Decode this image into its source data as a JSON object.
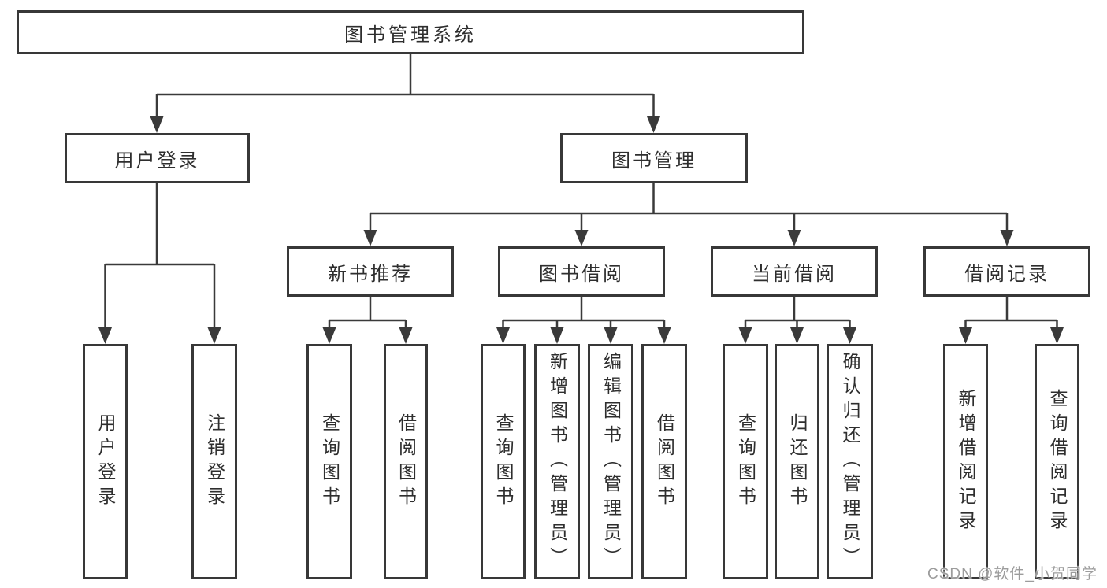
{
  "tree": {
    "label": "图书管理系统",
    "children": [
      {
        "label": "用户登录",
        "children": [
          {
            "label": "用户登录"
          },
          {
            "label": "注销登录"
          }
        ]
      },
      {
        "label": "图书管理",
        "children": [
          {
            "label": "新书推荐",
            "children": [
              {
                "label": "查询图书"
              },
              {
                "label": "借阅图书"
              }
            ]
          },
          {
            "label": "图书借阅",
            "children": [
              {
                "label": "查询图书"
              },
              {
                "label": "新增图书（管理员）"
              },
              {
                "label": "编辑图书（管理员）"
              },
              {
                "label": "借阅图书"
              }
            ]
          },
          {
            "label": "当前借阅",
            "children": [
              {
                "label": "查询图书"
              },
              {
                "label": "归还图书"
              },
              {
                "label": "确认归还（管理员）"
              }
            ]
          },
          {
            "label": "借阅记录",
            "children": [
              {
                "label": "新增借阅记录"
              },
              {
                "label": "查询借阅记录"
              }
            ]
          }
        ]
      }
    ]
  },
  "watermark": {
    "text": "CSDN @软件_小贺同学"
  },
  "colors": {
    "line": "#3a3a3a",
    "border": "#383838",
    "text": "#2e2e2e",
    "watermark": "#9c9c9c",
    "background": "#ffffff"
  }
}
